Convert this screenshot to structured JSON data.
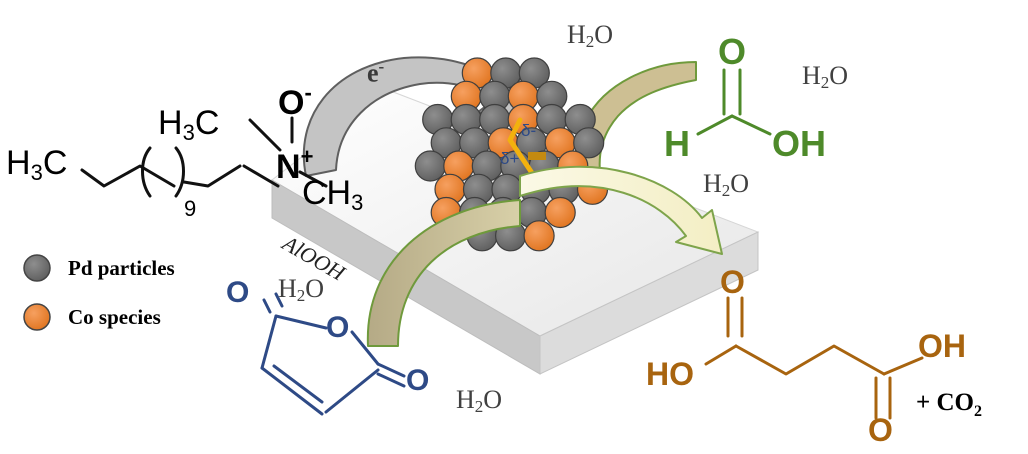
{
  "labels": {
    "electron": "e",
    "electron_sup": "-",
    "water": "H",
    "water_sub": "2",
    "water_tail": "O",
    "support": "AlOOH",
    "delta_minus": "δ-",
    "delta_plus": "δ+",
    "co2_prefix": "+ CO",
    "co2_sub": "2"
  },
  "legend": {
    "pd": "Pd particles",
    "co": "Co species"
  },
  "surfactant": {
    "h3c_left": "H",
    "h3c_left_sub": "3",
    "h3c_left_tail": "C",
    "h3c_top": "H",
    "h3c_top_sub": "3",
    "h3c_top_tail": "C",
    "oxide": "O",
    "oxide_charge": "-",
    "nitrogen": "N",
    "nitrogen_charge": "+",
    "ch3_right": "CH",
    "ch3_right_sub": "3",
    "repeat": "9"
  },
  "formic_acid": {
    "o": "O",
    "h": "H",
    "oh": "OH"
  },
  "anhydride": {
    "o_top": "O",
    "o_ring": "O",
    "o_right": "O"
  },
  "succinic_acid": {
    "ho": "HO",
    "o_top": "O",
    "oh": "OH",
    "o_bottom": "O"
  },
  "colors": {
    "pd": "#747474",
    "co": "#f08a3c",
    "formic": "#4e8a2a",
    "anhydride": "#2e4a86",
    "succinic": "#a8640f",
    "arrow_gray": "#bdbdbd",
    "arrow_green_fill": "#c9bf98",
    "arrow_light": "#f7f3d2",
    "support_top": "#f0f0f0",
    "support_side": "#c9c9c9",
    "charge_arrow": "#f2b10e"
  }
}
